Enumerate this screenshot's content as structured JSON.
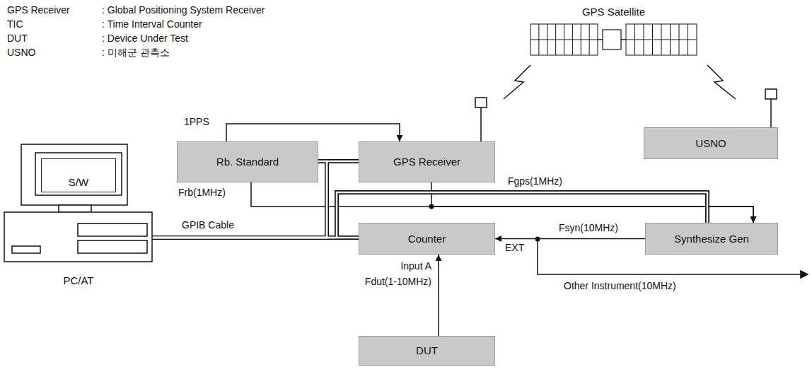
{
  "diagram": {
    "nodes": [
      {
        "text": [
          "GPS Satellite"
        ]
      },
      {
        "text": [
          "PC/AT"
        ]
      },
      {
        "text": [
          "S/W"
        ],
        "in": 1
      },
      {
        "text": [
          "Rb. Standard"
        ]
      },
      {
        "text": [
          "GPS Receiver"
        ]
      },
      {
        "text": [
          "USNO"
        ]
      },
      {
        "text": [
          "Counter"
        ]
      },
      {
        "text": [
          "Synthesize Gen"
        ]
      },
      {
        "text": [
          "DUT"
        ]
      }
    ],
    "edges": [
      {
        "from": 3,
        "to": 4,
        "label": "1PPS",
        "arrow": "to"
      },
      {
        "from": 3,
        "to": 7,
        "label": "Frb(1MHz)",
        "arrow": "to"
      },
      {
        "from": 4,
        "to": 7,
        "label": "Fgps(1MHz)",
        "arrow": "to"
      },
      {
        "from": 7,
        "to": 6,
        "label": "Fsyn(10MHz)",
        "arrow": "to"
      },
      {
        "from": 8,
        "to": 6,
        "label": "Input A",
        "arrow": "to"
      },
      {
        "from": 1,
        "to": 6,
        "label": "GPIB Cable",
        "arrow": "none"
      },
      {
        "from": 1,
        "to": 3,
        "arrow": "none"
      },
      {
        "from": 1,
        "to": 4,
        "arrow": "none"
      },
      {
        "from": 1,
        "to": 7,
        "arrow": "none"
      }
    ],
    "labels": [
      "GPS Receiver",
      ": Global Positioning System Receiver",
      "TIC",
      ": Time Interval Counter",
      "DUT",
      ": Device Under Test",
      "USNO",
      ": 미해군 관측소",
      "Fdut(1-10MHz)",
      "EXT",
      "Other Instrument(10MHz)"
    ]
  }
}
